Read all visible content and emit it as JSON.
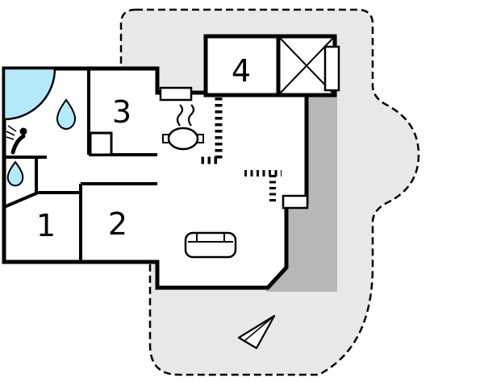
{
  "rooms": [
    {
      "id": "room-1",
      "label": "1"
    },
    {
      "id": "room-2",
      "label": "2"
    },
    {
      "id": "room-3",
      "label": "3"
    },
    {
      "id": "room-4",
      "label": "4"
    }
  ],
  "colors": {
    "background": "#ffffff",
    "plot_fill": "#e8e8e8",
    "deck_fill": "#b7b7b7",
    "room_fill": "#ffffff",
    "wall": "#000000",
    "water": "#b3e9f9"
  },
  "icons": {
    "corner_bathtub": "corner-bathtub-icon",
    "water_drop": "water-drop-icon",
    "shower_person": "shower-person-icon",
    "stove_pot": "stove-pot-icon",
    "sofa": "sofa-icon",
    "cross_room": "utility-cross-icon",
    "north_arrow": "north-arrow-icon",
    "window": "window-icon",
    "stairs": "stairs-dashed-icon"
  }
}
